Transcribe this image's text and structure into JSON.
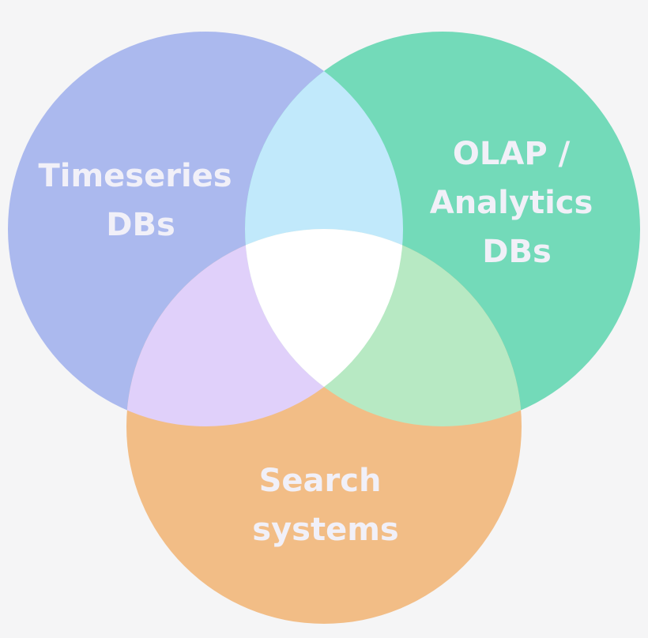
{
  "diagram": {
    "type": "venn",
    "background": "#f5f5f6",
    "sets": [
      {
        "id": "timeseries",
        "label_lines": [
          "Timeseries",
          "DBs"
        ],
        "color": "#abb9ee"
      },
      {
        "id": "olap",
        "label_lines": [
          "OLAP /",
          "Analytics",
          "DBs"
        ],
        "color": "#73dab9"
      },
      {
        "id": "search",
        "label_lines": [
          "Search",
          "systems"
        ],
        "color": "#f2bd86"
      }
    ],
    "overlaps": {
      "timeseries_olap": "#c1e9fb",
      "timeseries_search": "#e0d0fa",
      "olap_search": "#b7e9c3",
      "all_three": "#ffffff"
    }
  }
}
